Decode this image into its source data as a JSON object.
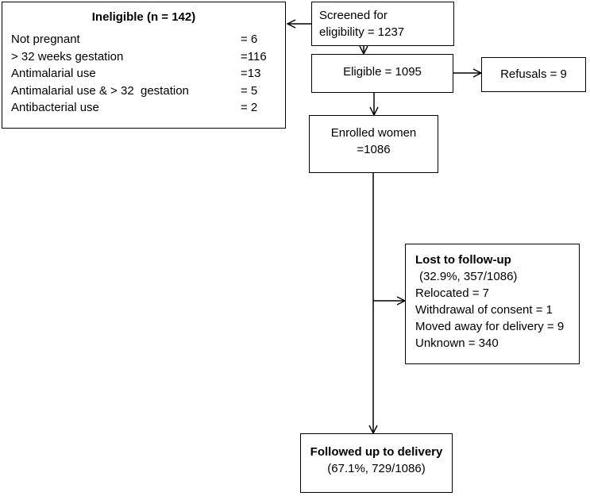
{
  "ineligible": {
    "title": "Ineligible (n = 142)",
    "rows": [
      {
        "label": "Not pregnant",
        "value": "= 6"
      },
      {
        "label": "> 32 weeks gestation",
        "value": "=116"
      },
      {
        "label": "Antimalarial use",
        "value": "=13"
      },
      {
        "label": "Antimalarial use & > 32  gestation",
        "value": "= 5"
      },
      {
        "label": "Antibacterial use",
        "value": "= 2"
      }
    ]
  },
  "screened": {
    "line1": "Screened for",
    "line2": "eligibility = 1237"
  },
  "eligible": {
    "text": "Eligible = 1095"
  },
  "refusals": {
    "text": "Refusals = 9"
  },
  "enrolled": {
    "line1": "Enrolled women",
    "line2": "=1086"
  },
  "lost": {
    "title": "Lost to follow-up",
    "subtitle": "(32.9%, 357/1086)",
    "lines": [
      "Relocated = 7",
      "Withdrawal of consent = 1",
      "Moved away for delivery = 9",
      "Unknown = 340"
    ]
  },
  "followed": {
    "title": "Followed up to delivery",
    "subtitle": "(67.1%, 729/1086)"
  }
}
